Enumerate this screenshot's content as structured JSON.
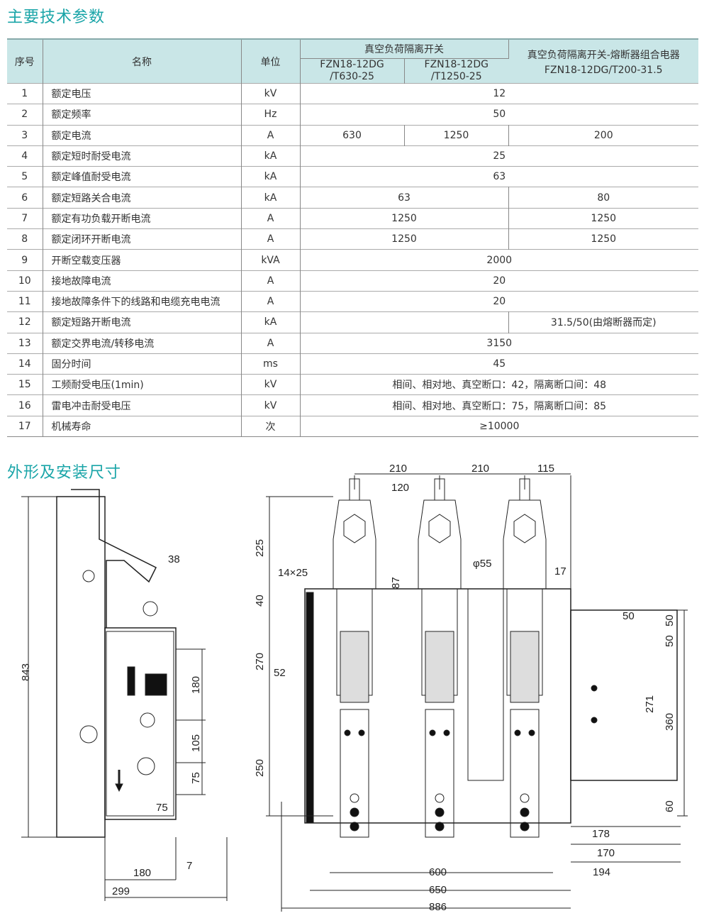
{
  "section1_title": "主要技术参数",
  "section2_title": "外形及安装尺寸",
  "header": {
    "no": "序号",
    "name": "名称",
    "unit": "单位",
    "group1": "真空负荷隔离开关",
    "model1": "FZN18-12DG\n/T630-25",
    "model1a": "FZN18-12DG",
    "model1b": "/T630-25",
    "model2a": "FZN18-12DG",
    "model2b": "/T1250-25",
    "group2": "真空负荷隔离开关-熔断器组合电器",
    "model3": "FZN18-12DG/T200-31.5"
  },
  "rows": [
    {
      "no": "1",
      "name": "额定电压",
      "unit": "kV",
      "v": "12"
    },
    {
      "no": "2",
      "name": "额定频率",
      "unit": "Hz",
      "v": "50"
    },
    {
      "no": "3",
      "name": "额定电流",
      "unit": "A",
      "a": "630",
      "b": "1250",
      "c": "200"
    },
    {
      "no": "4",
      "name": "额定短时耐受电流",
      "unit": "kA",
      "v": "25"
    },
    {
      "no": "5",
      "name": "额定峰值耐受电流",
      "unit": "kA",
      "v": "63"
    },
    {
      "no": "6",
      "name": "额定短路关合电流",
      "unit": "kA",
      "ab": "63",
      "c": "80"
    },
    {
      "no": "7",
      "name": "额定有功负载开断电流",
      "unit": "A",
      "ab": "1250",
      "c": "1250"
    },
    {
      "no": "8",
      "name": "额定闭环开断电流",
      "unit": "A",
      "ab": "1250",
      "c": "1250"
    },
    {
      "no": "9",
      "name": "开断空载变压器",
      "unit": "kVA",
      "v": "2000"
    },
    {
      "no": "10",
      "name": "接地故障电流",
      "unit": "A",
      "v": "20"
    },
    {
      "no": "11",
      "name": "接地故障条件下的线路和电缆充电电流",
      "unit": "A",
      "v": "20"
    },
    {
      "no": "12",
      "name": "额定短路开断电流",
      "unit": "kA",
      "ab": "",
      "c": "31.5/50(由熔断器而定)"
    },
    {
      "no": "13",
      "name": "额定交界电流/转移电流",
      "unit": "A",
      "v": "3150"
    },
    {
      "no": "14",
      "name": "固分时间",
      "unit": "ms",
      "v": "45"
    },
    {
      "no": "15",
      "name": "工频耐受电压(1min)",
      "unit": "kV",
      "v": "相间、相对地、真空断口：42，隔离断口间：48"
    },
    {
      "no": "16",
      "name": "雷电冲击耐受电压",
      "unit": "kV",
      "v": "相间、相对地、真空断口：75，隔离断口间：85"
    },
    {
      "no": "17",
      "name": "机械寿命",
      "unit": "次",
      "v": "≥10000"
    }
  ],
  "side_dims": [
    "843",
    "38",
    "180",
    "105",
    "75",
    "75",
    "180",
    "7",
    "299"
  ],
  "front_dims": [
    "210",
    "210",
    "115",
    "120",
    "225",
    "14×25",
    "87",
    "φ55",
    "17",
    "40",
    "270",
    "52",
    "250",
    "50",
    "50",
    "50",
    "271",
    "360",
    "60",
    "178",
    "170",
    "194",
    "600",
    "650",
    "886"
  ],
  "colors": {
    "accent": "#1aa5a8",
    "header_bg": "#c9e6e7"
  }
}
